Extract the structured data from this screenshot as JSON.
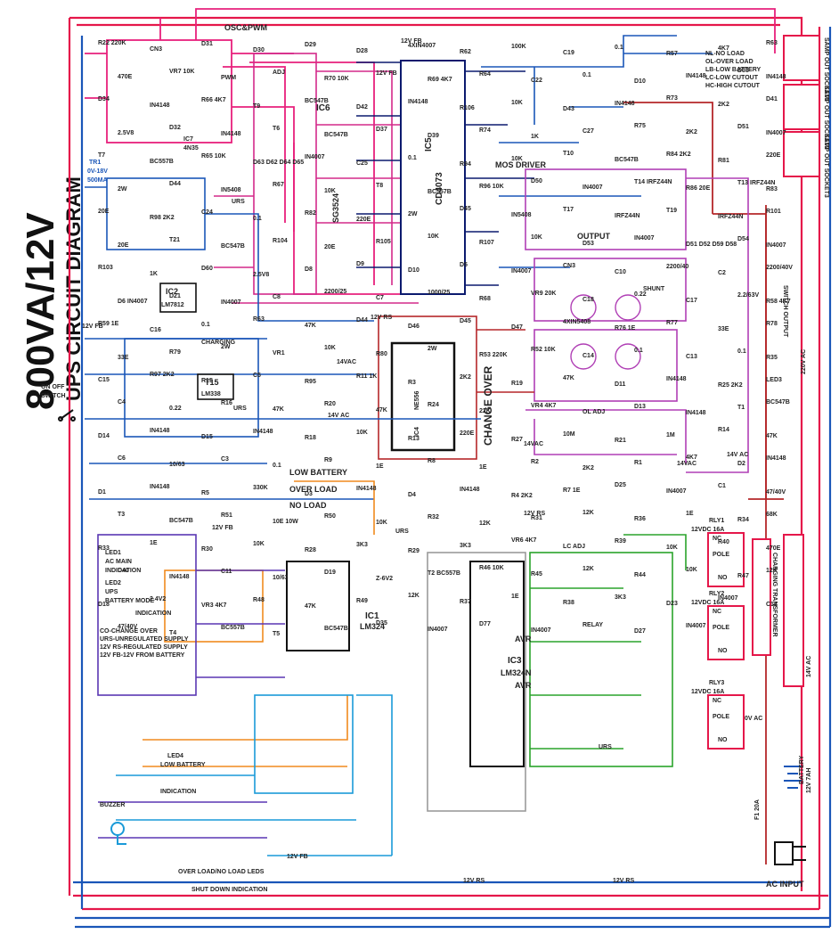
{
  "title": "800VA/12V",
  "subtitle": "UPS CIRCUIT DIAGRAM",
  "legend_modes": [
    "NL-NO LOAD",
    "OL-OVER LOAD",
    "LB-LOW BATTERY",
    "LC-LOW CUTOUT",
    "HC-HIGH CUTOUT"
  ],
  "legend_supply": [
    "CO-CHANGE OVER",
    "URS-UNREGULATED SUPPLY",
    "12V RS-REGULATED SUPPLY",
    "12V FB-12V FROM BATTERY"
  ],
  "sections": {
    "osc": "OSC&PWM",
    "mos_driver": "MOS DRIVER",
    "output": "OUTPUT",
    "change_over": "CHANGE OVER",
    "low_batt": "LOW BATTERY",
    "over_load": "OVER LOAD",
    "no_load": "NO LOAD",
    "switch_output": "SWITCH OUTPUT",
    "ac_input": "AC INPUT",
    "on_off": "ON OFF",
    "switch": "SWITCH",
    "buzzer": "BUZZER",
    "battery": "12V 7AH",
    "battery_lbl": "BATTERY",
    "fuse": "F1 20A",
    "leds": "OVER LOAD/NO LOAD  LEDS",
    "shutdown": "SHUT DOWN INDICATION",
    "charging": "CHARGING",
    "ldr1": "LED1",
    "ac_main": "AC MAIN",
    "indication": "INDICATION",
    "led2": "LED2",
    "ups": "UPS",
    "batt_mode": "BATTERY MODE",
    "led4": "LED4",
    "low_battery": "LOW BATTERY",
    "shunt": "SHUNT"
  },
  "ics": {
    "ic5": "IC5",
    "ic5_part": "CD4073",
    "ic6": "IC6",
    "ic6_part": "SG3524",
    "ic7": "IC7",
    "ic7_part": "4N35",
    "ic2": "IC2",
    "ic2_part": "LM7812",
    "t15": "T15",
    "t15_part": "LM338",
    "ic4": "IC4",
    "ic4_part": "NE556",
    "ic1": "IC1",
    "ic1_part": "LM324",
    "ic3": "IC3",
    "ic3_part": "LM324N",
    "avr": "AVR"
  },
  "sockets": [
    "SAMP OUT SOCKET1",
    "SAMP OUT SOCKET2",
    "SAMP OUT SOCKET3"
  ],
  "relays": [
    {
      "name": "RLY1",
      "rating": "12VDC 16A",
      "pole": "POLE",
      "no": "NO",
      "nc": "NC"
    },
    {
      "name": "RLY2",
      "rating": "12VDC 16A",
      "pole": "POLE",
      "no": "NO",
      "nc": "NC"
    },
    {
      "name": "RLY3",
      "rating": "12VDC 16A",
      "pole": "POLE",
      "no": "NO",
      "nc": "NC"
    }
  ],
  "transformers": {
    "tr1": "TR1",
    "tr1_spec": "0V-18V",
    "tr1_current": "500MA",
    "charging_trans": "CHARGING TRANSFORMER",
    "v220": "220V AC",
    "v14": "14V AC",
    "v0": "0V AC"
  },
  "wire_labels": {
    "v12fb": "12V FB",
    "urs": "URS",
    "v12rs": "12V RS",
    "v14ac": "14VAC",
    "v14_ac": "14V AC"
  },
  "components": [
    "R22 220K",
    "CN3",
    "D31",
    "D30",
    "D29",
    "D28",
    "4XIN4007",
    "R62",
    "100K",
    "C19",
    "0.1",
    "R57",
    "4K7",
    "R63",
    "470E",
    "VR7 10K",
    "PWM",
    "ADJ",
    "R70 10K",
    "12V FB",
    "R69 4K7",
    "R64",
    "C22",
    "0.1",
    "D10",
    "IN4148",
    "D33",
    "IN4148",
    "D34",
    "IN4148",
    "R66 4K7",
    "T9",
    "BC547B",
    "D42",
    "IN4148",
    "R106",
    "10K",
    "D43",
    "IN4148",
    "R73",
    "2K2",
    "D41",
    "2.5V8",
    "D32",
    "IN4148",
    "T6",
    "BC547B",
    "D37",
    "D39",
    "R74",
    "1K",
    "C27",
    "R75",
    "2K2",
    "D51",
    "IN4007",
    "T7",
    "BC557B",
    "R65 10K",
    "D63 D62 D64 D65",
    "IN4007",
    "C25",
    "0.1",
    "R94",
    "10K",
    "T10",
    "BC547B",
    "R84 2K2",
    "R81",
    "220E",
    "2W",
    "D44",
    "IN5408",
    "R67",
    "10K",
    "T8",
    "BC557B",
    "R96 10K",
    "D50",
    "IN4007",
    "T14 IRFZ44N",
    "R86 20E",
    "T13 IRFZ44N",
    "R83",
    "20E",
    "R98 2K2",
    "C24",
    "0.1",
    "R82",
    "220E",
    "2W",
    "D45",
    "IN5408",
    "T17",
    "IRFZ44N",
    "T19",
    "IRFZ44N",
    "R101",
    "20E",
    "T21",
    "BC547B",
    "R104",
    "20E",
    "R105",
    "10K",
    "R107",
    "10K",
    "D53",
    "IN4007",
    "D51 D52 D59 D58",
    "D54",
    "IN4007",
    "R103",
    "1K",
    "D60",
    "2.5V8",
    "D8",
    "D9",
    "D10",
    "D5",
    "IN4007",
    "CN3",
    "C10",
    "2200/40",
    "C2",
    "2200/40V",
    "D6 IN4007",
    "D21",
    "IN4007",
    "C8",
    "2200/25",
    "C7",
    "1000/25",
    "R68",
    "VR9 20K",
    "C18",
    "0.22",
    "C17",
    "2.2/63V",
    "R58 4K7",
    "R59 1E",
    "C16",
    "0.1",
    "R63",
    "47K",
    "D44",
    "D46",
    "D45",
    "D47",
    "4XIN5408",
    "R76 1E",
    "R77",
    "33E",
    "R78",
    "33E",
    "R79",
    "2W",
    "VR1",
    "10K",
    "R80",
    "2W",
    "R53 220K",
    "R52 10K",
    "C14",
    "0.1",
    "C13",
    "0.1",
    "R35",
    "C15",
    "R97 2K2",
    "R15",
    "C5",
    "R95",
    "R11 1K",
    "R3",
    "2K2",
    "R19",
    "47K",
    "D11",
    "IN4148",
    "R25 2K2",
    "LED3",
    "C4",
    "0.22",
    "R16",
    "47K",
    "R20",
    "47K",
    "R24",
    "22K",
    "VR4 4K7",
    "OL ADJ",
    "D13",
    "IN4148",
    "T1",
    "BC547B",
    "D14",
    "IN4148",
    "D15",
    "IN4148",
    "R18",
    "10K",
    "R13",
    "220E",
    "R27",
    "10M",
    "R21",
    "1M",
    "R14",
    "47K",
    "C6",
    "10/63",
    "C3",
    "0.1",
    "R9",
    "1E",
    "R8",
    "1E",
    "R2",
    "2K2",
    "R1",
    "4K7",
    "D2",
    "IN4148",
    "D1",
    "IN4148",
    "R5",
    "330K",
    "D3",
    "IN4148",
    "D4",
    "IN4148",
    "R4 2K2",
    "R7 1E",
    "D25",
    "IN4007",
    "C1",
    "47/40V",
    "T3",
    "BC547B",
    "R51",
    "10E 10W",
    "R50",
    "10K",
    "R32",
    "12K",
    "R31",
    "12K",
    "R36",
    "1E",
    "R34",
    "68K",
    "R33",
    "1E",
    "R30",
    "10K",
    "R28",
    "3K3",
    "R29",
    "3K3",
    "VR6 4K7",
    "LC ADJ",
    "R39",
    "10K",
    "R40",
    "470E",
    "D40",
    "IN4148",
    "C11",
    "10/63",
    "D19",
    "Z-6V2",
    "T2 BC557B",
    "R46 10K",
    "R45",
    "12K",
    "R44",
    "10K",
    "R47",
    "12K",
    "D18",
    "2.4V2",
    "VR3 4K7",
    "R48",
    "47K",
    "R49",
    "12K",
    "R37",
    "1E",
    "R38",
    "3K3",
    "D23",
    "IN4007",
    "C12",
    "47/40V",
    "T4",
    "BC557B",
    "T5",
    "BC547B",
    "D35",
    "IN4007",
    "D77",
    "IN4007",
    "RELAY",
    "D27",
    "IN4007"
  ]
}
